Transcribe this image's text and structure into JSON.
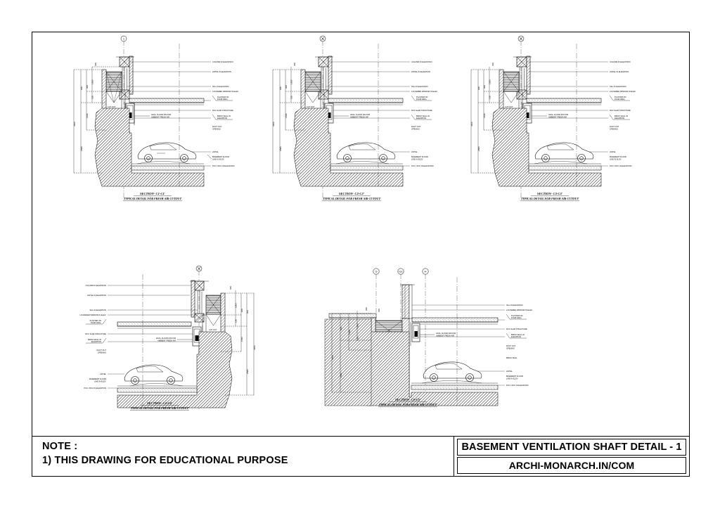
{
  "sheet": {
    "title": "BASEMENT VENTILATION SHAFT DETAIL - 1",
    "source": "ARCHI-MONARCH.IN/COM",
    "note_heading": "NOTE :",
    "note_line1": "1) THIS DRAWING FOR EDUCATIONAL PURPOSE"
  },
  "common": {
    "subtitle": "TYPICAL DETAIL FOR FRESH AIR CUTOUT",
    "labels": {
      "column": "COLUMN IN ELEVATION",
      "lintel": "LINTEL IN ELEVATION",
      "sill": "SILL IN ELEVATION",
      "louver": "LOUVERED WINDOW IN ELEV.",
      "plaster": "PLASTER ON",
      "plaster2": "FOUR WALL",
      "rcc": "RCC SLAB STRUCTURE",
      "brick": "BRICK WALL IN",
      "brick2": "ELEVATION",
      "duct": "DUCT OUT",
      "duct2": "OPENING",
      "cutout": "CUT OUT",
      "adjacent": "ADJA. FLOOR FIN FOR",
      "adjacent2": "AMBIENT FRESH AIR",
      "lintel2": "LINTEL",
      "basement": "BASEMENT FLOOR",
      "basement2": "LINE IN ELEV.",
      "pcc": "PCC / RCC IN ELEVATION",
      "bw": "BRICK WALL"
    },
    "dims": {
      "d300": "300",
      "d900a": "900",
      "d900b": "900",
      "d150": "150",
      "d1500": "1500",
      "d1540": "1540",
      "d4200": "4200",
      "d2860": "2860"
    }
  },
  "details": [
    {
      "id": "c1",
      "title": "SECTION- C1-C1'",
      "subtitle": "TYPICAL DETAIL FOR FRESH AIR CUTOUT",
      "grid_bubbles": [
        "1"
      ],
      "label_side": "right"
    },
    {
      "id": "c2",
      "title": "SECTION- C2-C2'",
      "subtitle": "TYPICAL DETAIL FOR FRESH AIR CUTOUT",
      "grid_bubbles": [
        "X"
      ],
      "label_side": "right"
    },
    {
      "id": "c3",
      "title": "SECTION- C3-C3'",
      "subtitle": "TYPICAL DETAIL FOR FRESH AIR CUTOUT",
      "grid_bubbles": [
        "X"
      ],
      "label_side": "right"
    },
    {
      "id": "c4",
      "title": "SECTION- C4-C4'",
      "subtitle": "TYPICAL DETAIL FOR FRESH AIR CUTOUT",
      "grid_bubbles": [
        "X"
      ],
      "label_side": "left"
    },
    {
      "id": "c5",
      "title": "SECTION- C5-C5'",
      "subtitle": "TYPICAL DETAIL FOR FRESH AIR CUTOUT",
      "grid_bubbles": [
        "G",
        "G1",
        "H"
      ],
      "label_side": "right"
    }
  ],
  "colors": {
    "line": "#000000",
    "paper": "#ffffff",
    "hatch": "#555555"
  }
}
